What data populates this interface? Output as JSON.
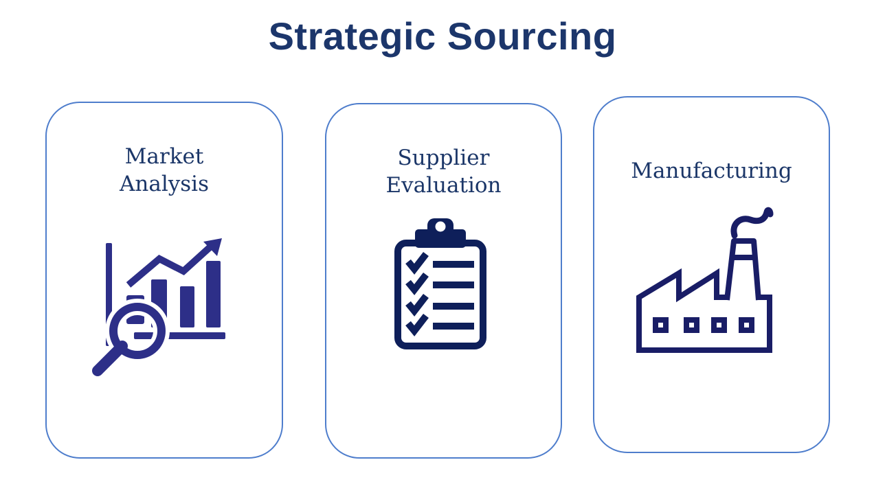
{
  "title": {
    "text": "Strategic Sourcing",
    "color": "#1C366B"
  },
  "theme": {
    "background": "#FFFFFF",
    "card_border_color": "#4E7DCC",
    "label_color": "#1B3668"
  },
  "cards": [
    {
      "label": "Market Analysis",
      "line1": "Market",
      "line2": "Analysis",
      "icon": "chart-magnifier-icon",
      "icon_color": "#2D2F88"
    },
    {
      "label": "Supplier Evaluation",
      "line1": "Supplier",
      "line2": "Evaluation",
      "icon": "clipboard-checklist-icon",
      "icon_color": "#0E1F5A"
    },
    {
      "label": "Manufacturing",
      "line1": "Manufacturing",
      "icon": "factory-icon",
      "icon_color": "#191D66"
    }
  ]
}
